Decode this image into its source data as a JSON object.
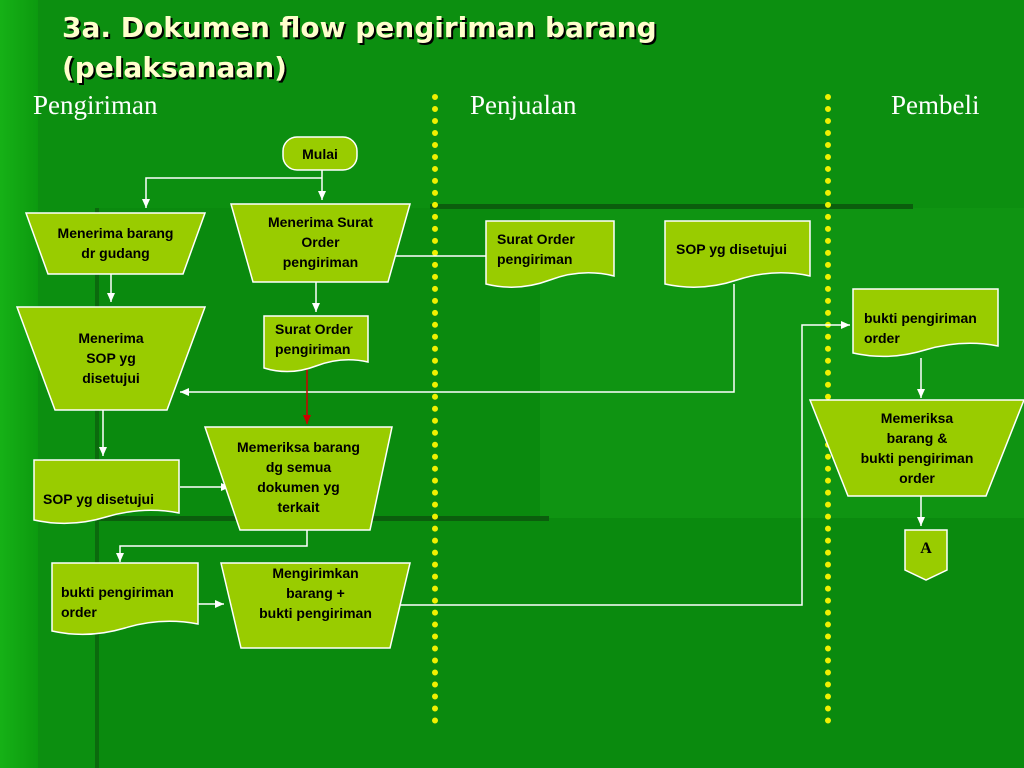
{
  "slide": {
    "title_line1": "3a. Dokumen flow pengiriman barang",
    "title_line2": "(pelaksanaan)"
  },
  "lanes": [
    "Pengiriman",
    "Penjualan",
    "Pembeli"
  ],
  "nodes": {
    "start": "Mulai",
    "receive_goods": "Menerima barang\ndr gudang",
    "receive_order": "Menerima Surat\nOrder\npengiriman",
    "receive_sop": "Menerima\nSOP yg\ndisetujui",
    "check_goods": "Memeriksa barang\ndg semua\ndokumen yg\nterkait",
    "send_goods": "Mengirimkan\nbarang +\nbukti pengiriman",
    "buyer_check": "Memeriksa\nbarang &\nbukti pengiriman\norder",
    "connector_a": "A"
  },
  "documents": {
    "order_sales": "Surat Order\npengiriman",
    "sop_sales": "SOP yg disetujui",
    "order_ship": "Surat Order\npengiriman",
    "sop_ship": "SOP yg disetujui",
    "proof_ship": "bukti pengiriman\norder",
    "proof_buyer": "bukti pengiriman\norder"
  },
  "colors": {
    "shape_fill": "#99cc00",
    "shape_stroke": "#ffffff",
    "flow_line": "#ffffff",
    "flow_line_alt": "#cc0000",
    "title_text": "#ffffcc",
    "divider": "#f0f000"
  }
}
